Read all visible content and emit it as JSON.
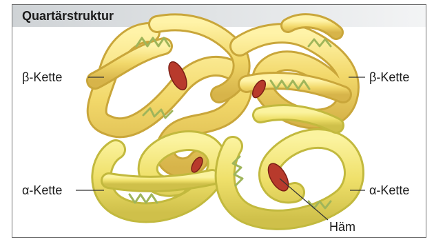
{
  "figure": {
    "title": "Quartärstruktur",
    "labels": {
      "beta_left": "β-Kette",
      "beta_right": "β-Kette",
      "alpha_left": "α-Kette",
      "alpha_right": "α-Kette",
      "haem": "Häm"
    },
    "colors": {
      "chain_fill": "#f2d86a",
      "chain_light": "#fbef9a",
      "chain_edge": "#c9a63a",
      "helix": "#9fb55a",
      "haem": "#c0392b"
    }
  }
}
